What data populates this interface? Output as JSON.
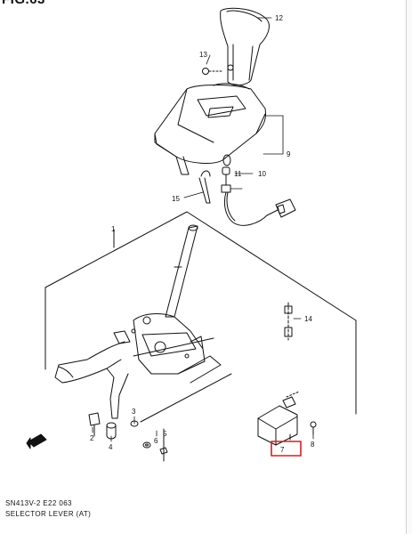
{
  "header": {
    "figure_label": "FIG.63"
  },
  "callouts": {
    "c1": "1",
    "c2": "2",
    "c3": "3",
    "c4": "4",
    "c5": "5",
    "c6": "6",
    "c7": "7",
    "c8": "8",
    "c9": "9",
    "c10": "10",
    "c11": "11",
    "c12": "12",
    "c13": "13",
    "c14": "14",
    "c15": "15"
  },
  "caption": {
    "code": "SN413V-2 E22  063",
    "title": "SELECTOR LEVER (AT)"
  },
  "colors": {
    "line": "#111111",
    "highlight_box": "#d81e1e",
    "paper": "#ffffff"
  }
}
